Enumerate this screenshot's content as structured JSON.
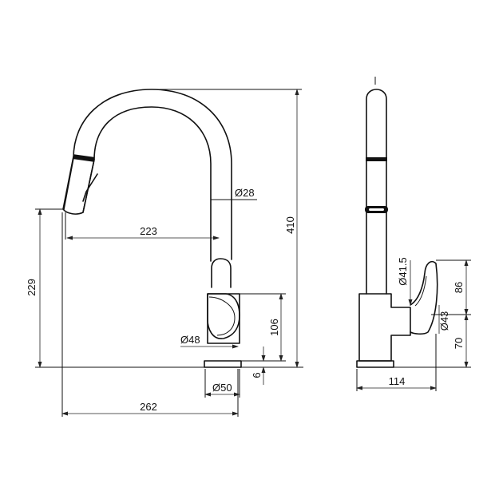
{
  "front_view": {
    "dim_spout_reach": "223",
    "dim_spout_diameter": "Ø28",
    "dim_total_height": "410",
    "dim_spout_outlet_height": "229",
    "dim_body_height": "106",
    "dim_body_diameter": "Ø48",
    "dim_base_thickness": "6",
    "dim_base_diameter": "Ø50",
    "dim_overall_width": "262"
  },
  "side_view": {
    "dim_handle_diameter": "Ø41.5",
    "dim_handle_height": "86",
    "dim_handle_base_diameter": "Ø43",
    "dim_body_to_handle": "70",
    "dim_depth": "114"
  },
  "colors": {
    "line": "#111111",
    "background": "#ffffff"
  }
}
